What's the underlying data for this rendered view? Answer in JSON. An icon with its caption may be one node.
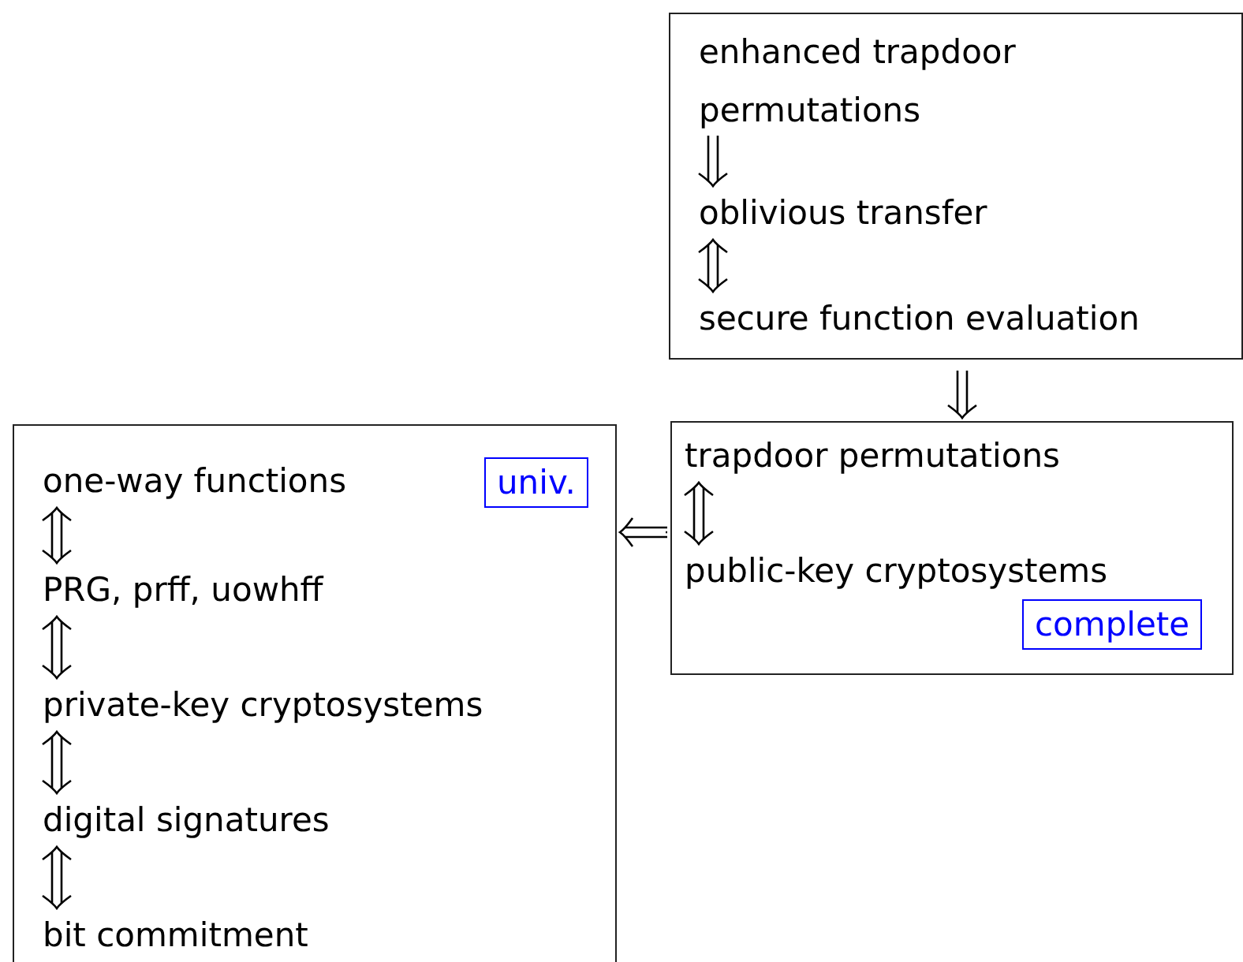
{
  "diagram": {
    "nodes": [
      {
        "text": [],
        "shape": "box"
      },
      {
        "text": [
          "enhanced trapdoor permutations"
        ],
        "in": 0
      },
      {
        "text": [
          "oblivious transfer"
        ],
        "in": 0
      },
      {
        "text": [
          "secure function evaluation"
        ],
        "in": 0
      },
      {
        "text": [],
        "shape": "box"
      },
      {
        "text": [
          "trapdoor permutations"
        ],
        "in": 4
      },
      {
        "text": [
          "public-key cryptosystems"
        ],
        "in": 4
      },
      {
        "text": [
          "complete"
        ],
        "in": 4
      },
      {
        "text": [],
        "shape": "box"
      },
      {
        "text": [
          "one-way functions"
        ],
        "in": 8
      },
      {
        "text": [
          "univ."
        ],
        "in": 8
      },
      {
        "text": [
          "PRG, prff, uowhff"
        ],
        "in": 8
      },
      {
        "text": [
          "private-key cryptosystems"
        ],
        "in": 8
      },
      {
        "text": [
          "digital signatures"
        ],
        "in": 8
      },
      {
        "text": [
          "bit commitment"
        ],
        "in": 8
      }
    ],
    "edges": [
      {
        "from": 1,
        "to": 2,
        "arrow": "to"
      },
      {
        "from": 2,
        "to": 3,
        "arrow": "both"
      },
      {
        "from": 0,
        "to": 4,
        "arrow": "to"
      },
      {
        "from": 5,
        "to": 6,
        "arrow": "both"
      },
      {
        "from": 4,
        "to": 8,
        "arrow": "to"
      },
      {
        "from": 9,
        "to": 11,
        "arrow": "both"
      },
      {
        "from": 11,
        "to": 12,
        "arrow": "both"
      },
      {
        "from": 12,
        "to": 13,
        "arrow": "both"
      },
      {
        "from": 13,
        "to": 14,
        "arrow": "both"
      }
    ]
  }
}
